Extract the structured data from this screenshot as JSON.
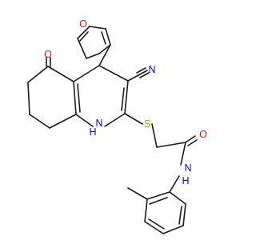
{
  "molecule": {
    "atom_labels": {
      "furan_O": "O",
      "ketone_O": "O",
      "nitrile_N": "N",
      "ring_NH": "H",
      "ring_N": "N",
      "thioether_S": "S",
      "amide_O": "O",
      "amide_N": "N",
      "amide_NH": "H"
    },
    "colors": {
      "bond": "#1a1a1a",
      "oxygen": "#ff0d0d",
      "nitrogen": "#0000ff",
      "sulfur": "#b2a100",
      "carbon": "#1a1a1a"
    }
  }
}
